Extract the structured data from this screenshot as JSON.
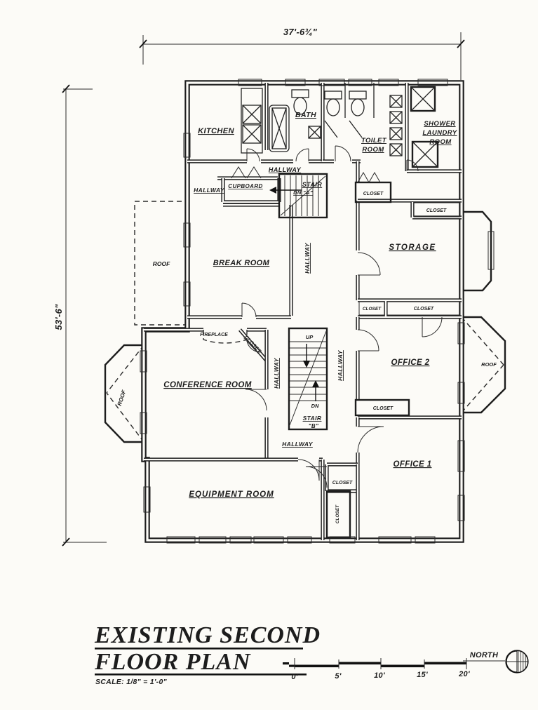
{
  "drawing": {
    "title_line1": "EXISTING SECOND",
    "title_line2": "FLOOR PLAN",
    "scale_note": "SCALE:  1/8\" = 1'-0\"",
    "north_label": "NORTH"
  },
  "dimensions": {
    "top": "37'-6¾\"",
    "left": "53'-6\""
  },
  "scale_bar": {
    "ticks": [
      "0'",
      "5'",
      "10'",
      "15'",
      "20'"
    ]
  },
  "labels": {
    "kitchen": "KITCHEN",
    "bath": "BATH",
    "toilet_room": [
      "TOILET",
      "ROOM"
    ],
    "shower_laundry": [
      "SHOWER",
      "LAUNDRY",
      "ROOM"
    ],
    "hallway": "HALLWAY",
    "cupboard": "CUPBOARD",
    "stair_a": [
      "STAIR",
      "DN \"A\""
    ],
    "closet": "CLOSET",
    "roof": "ROOF",
    "break_room": "BREAK ROOM",
    "storage": "STORAGE",
    "fireplace": "FIREPLACE",
    "conference_room": "CONFERENCE ROOM",
    "up": "UP",
    "dn": "DN",
    "stair_b": [
      "STAIR",
      "\"B\""
    ],
    "office_2": "OFFICE 2",
    "office_1": "OFFICE 1",
    "equipment_room": "EQUIPMENT ROOM"
  },
  "colors": {
    "ink": "#1d1d1d",
    "paper": "#fcfbf7"
  }
}
